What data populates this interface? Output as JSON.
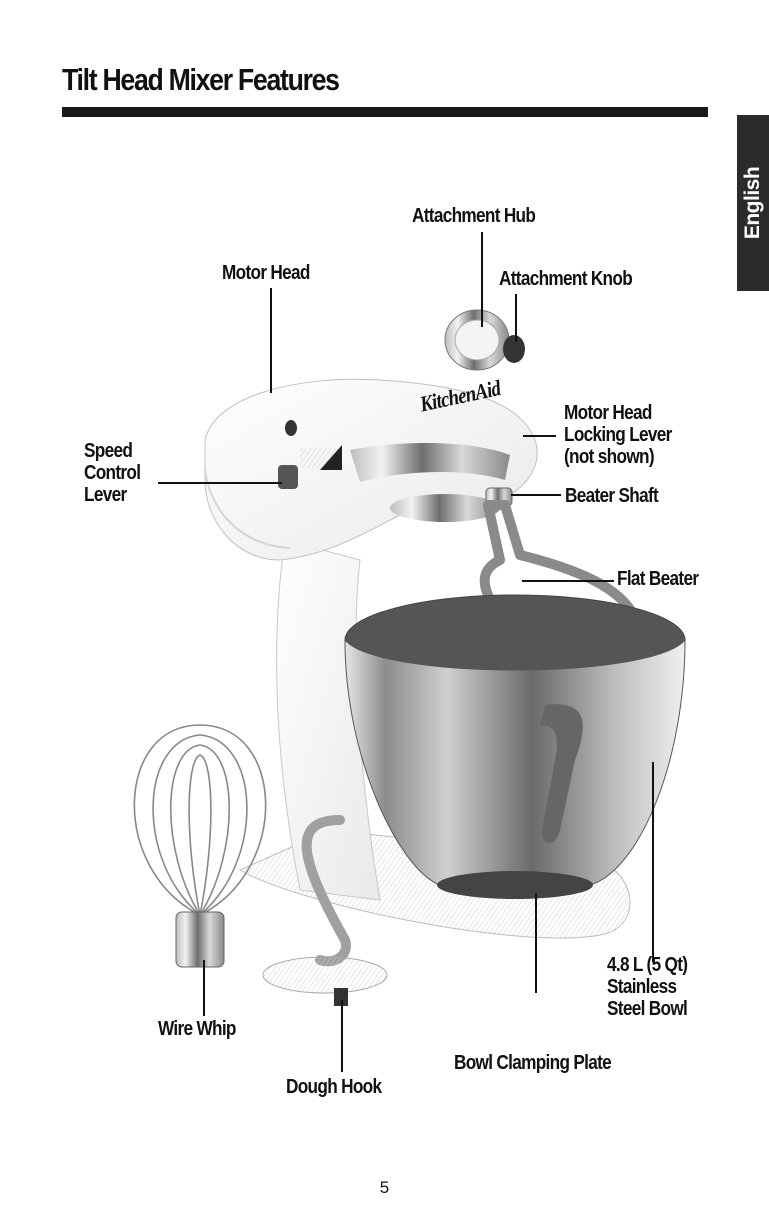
{
  "header": {
    "title": "Tilt Head Mixer Features"
  },
  "language_tab": {
    "label": "English"
  },
  "callouts": {
    "attachment_hub": "Attachment Hub",
    "motor_head": "Motor Head",
    "attachment_knob": "Attachment Knob",
    "motor_head_locking_lever": [
      "Motor Head",
      "Locking Lever",
      "(not shown)"
    ],
    "speed_control_lever": [
      "Speed",
      "Control",
      "Lever"
    ],
    "beater_shaft": "Beater Shaft",
    "flat_beater": "Flat Beater",
    "wire_whip": "Wire Whip",
    "bowl": [
      "4.8 L (5 Qt)",
      "Stainless",
      "Steel Bowl"
    ],
    "bowl_clamping_plate": "Bowl Clamping Plate",
    "dough_hook": "Dough Hook"
  },
  "illustration": {
    "brand_logo_text": "KitchenAid"
  },
  "footer": {
    "page_number": "5"
  }
}
